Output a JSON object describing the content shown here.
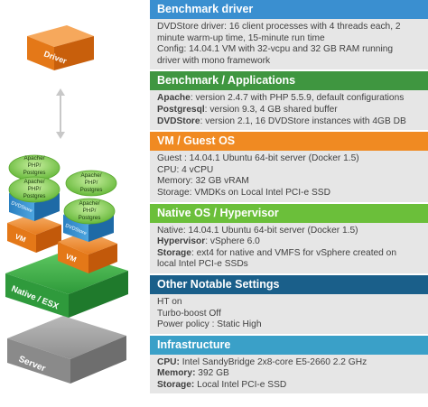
{
  "colors": {
    "benchmark_driver": "#3a8fd0",
    "benchmark_applications": "#3f9640",
    "vm_guest_os": "#f08a22",
    "native_os": "#6bbf3a",
    "other_settings": "#1a5f8a",
    "infrastructure": "#3aa0c8",
    "body_bg": "#e6e6e6"
  },
  "diagram": {
    "driver": "Driver",
    "app_stack": [
      "Apache/",
      "PHP/",
      "Postgres"
    ],
    "dvdstore": "DVDStore",
    "vm": "VM",
    "native": "Native / ESX",
    "server": "Server"
  },
  "sections": [
    {
      "title": "Benchmark driver",
      "lines": [
        {
          "key": "",
          "text": "DVDStore driver: 16 client processes with 4 threads each, 2"
        },
        {
          "key": "",
          "text": "minute warm-up time, 15-minute run time"
        },
        {
          "key": "",
          "text": "Config: 14.04.1 VM with 32-vcpu and 32 GB RAM running"
        },
        {
          "key": "",
          "text": "driver with mono framework"
        }
      ]
    },
    {
      "title": "Benchmark  / Applications",
      "lines": [
        {
          "key": "Apache",
          "text": ": version 2.4.7 with PHP 5.5.9, default configurations"
        },
        {
          "key": "Postgresql",
          "text": ": version 9.3, 4 GB shared buffer"
        },
        {
          "key": "DVDStore",
          "text": ": version 2.1, 16 DVDStore instances with 4GB DB"
        }
      ]
    },
    {
      "title": "VM / Guest OS",
      "lines": [
        {
          "key": "",
          "text": "Guest : 14.04.1 Ubuntu 64-bit server (Docker 1.5)"
        },
        {
          "key": "",
          "text": "CPU:  4 vCPU"
        },
        {
          "key": "",
          "text": "Memory:  32 GB vRAM"
        },
        {
          "key": "",
          "text": "Storage: VMDKs on Local Intel PCI-e SSD"
        }
      ]
    },
    {
      "title": "Native OS  / Hypervisor",
      "lines": [
        {
          "key": "",
          "text": "Native: 14.04.1 Ubuntu 64-bit server (Docker 1.5)"
        },
        {
          "key": "Hypervisor",
          "text": ": vSphere 6.0"
        },
        {
          "key": "Storage",
          "text": ": ext4 for native and VMFS for vSphere created on"
        },
        {
          "key": "",
          "text": "local Intel PCI-e SSDs"
        }
      ]
    },
    {
      "title": "Other Notable Settings",
      "lines": [
        {
          "key": "",
          "text": "HT on"
        },
        {
          "key": "",
          "text": "Turbo-boost Off"
        },
        {
          "key": "",
          "text": "Power policy : Static High"
        }
      ]
    },
    {
      "title": "Infrastructure",
      "lines": [
        {
          "key": "CPU:",
          "text": " Intel SandyBridge 2x8-core E5-2660 2.2 GHz"
        },
        {
          "key": "Memory:",
          "text": "  392 GB"
        },
        {
          "key": "Storage:",
          "text": " Local Intel PCI-e SSD"
        }
      ]
    }
  ]
}
